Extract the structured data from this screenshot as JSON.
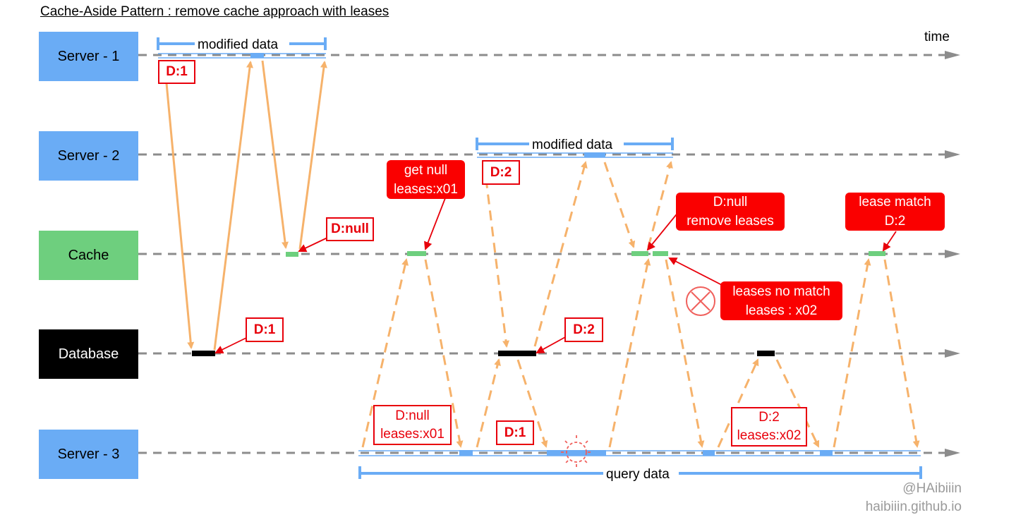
{
  "title": "Cache-Aside Pattern : remove cache approach with leases",
  "time_label": "time",
  "lanes": {
    "server1": "Server - 1",
    "server2": "Server - 2",
    "cache": "Cache",
    "database": "Database",
    "server3": "Server - 3"
  },
  "spans": {
    "server1_modified": "modified data",
    "server2_modified": "modified data",
    "server3_query": "query data"
  },
  "boxes": {
    "d1_server1": "D:1",
    "dnull_cache": "D:null",
    "d1_database": "D:1",
    "d2_server2": "D:2",
    "d2_database": "D:2",
    "d1_server3": "D:1",
    "dnull_leases_server3": [
      "D:null",
      "leases:x01"
    ],
    "d2_leases_server3": [
      "D:2",
      "leases:x02"
    ]
  },
  "callouts": {
    "get_null": [
      "get null",
      "leases:x01"
    ],
    "dnull_remove": [
      "D:null",
      "remove leases"
    ],
    "lease_match": [
      "lease match",
      "D:2"
    ],
    "no_match": [
      "leases no match",
      "leases : x02"
    ]
  },
  "credits": {
    "handle": "@HAibiiin",
    "site": "haibiiin.github.io"
  },
  "colors": {
    "server": "#6aacf5",
    "cache": "#6ecf7e",
    "database": "#000000",
    "arrow": "#f6b26b",
    "annotation": "#e8000b",
    "callout": "#fa0000",
    "timeline": "#8c8c8c"
  }
}
